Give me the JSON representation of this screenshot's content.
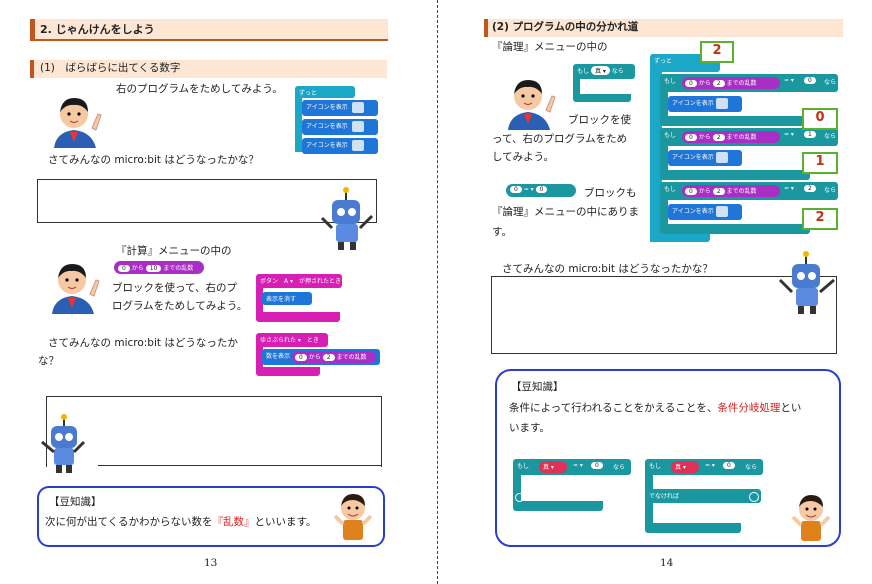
{
  "left": {
    "section_title": "2. じゃんけんをしよう",
    "sub1": "(1)　ばらばらに出てくる数字",
    "sub1_text": "右のプログラムをためしてみよう。",
    "q1": "さてみんなの micro:bit はどうなったかな？",
    "calc_line1": "『計算』メニューの中の",
    "calc_line2": "ブロックを使って、右のプ",
    "calc_line3": "ログラムをためしてみよう。",
    "q2_line1": "さてみんなの micro:bit はどうなったか",
    "q2_line2": "な？",
    "tip_title": "【豆知識】",
    "tip_text_a": "次に何が出てくるかわからない数を",
    "tip_text_b": "『乱数』",
    "tip_text_c": "といいます。",
    "page_number": "13",
    "blocks": {
      "forever": "ずっと",
      "show_icon": "アイコンを表示",
      "button_a": "ボタン　A ▾　が押されたとき",
      "clear": "表示を消す",
      "shake": "ゆさぶられた ▾　とき",
      "show_number": "数を表示",
      "rand_from": "から",
      "rand_to": "までの乱数",
      "zero": "0",
      "two": "2",
      "ten": "10"
    }
  },
  "right": {
    "sub2": "(2) プログラムの中の分かれ道",
    "logic_line": "『論理』メニューの中の",
    "use_line1": "ブロックを使",
    "use_line2": "って、右のプログラムをため",
    "use_line3": "してみよう。",
    "also_line1": "ブロックも",
    "also_line2": "『論理』メニューの中にありま",
    "also_line3": "す。",
    "q3": "さてみんなの micro:bit はどうなったかな？",
    "tip_title": "【豆知識】",
    "tip_text_a": "条件によって行われることをかえることを、",
    "tip_text_b": "条件分岐処理",
    "tip_text_c": "とい",
    "tip_text_d": "います。",
    "page_number": "14",
    "callouts": [
      "2",
      "0",
      "1",
      "2"
    ],
    "blocks": {
      "forever": "ずっと",
      "if": "もし",
      "then": "なら",
      "true": "真 ▾",
      "else": "でなければ",
      "show_icon": "アイコンを表示",
      "from": "から",
      "to": "までの乱数",
      "eq": "= ▾",
      "zero": "0",
      "one": "1",
      "two": "2"
    }
  },
  "colors": {
    "accent": "#c0561d",
    "header_bg": "#fde6d3",
    "tip_border": "#2a3ecb",
    "red": "#e02020"
  }
}
